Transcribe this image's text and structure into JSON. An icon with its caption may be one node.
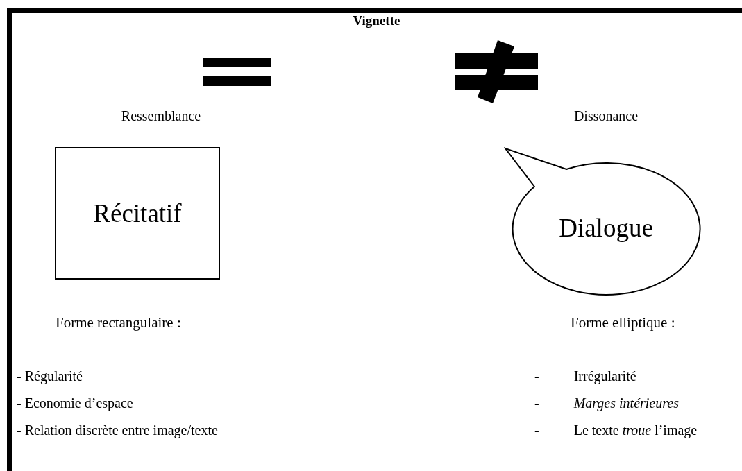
{
  "diagram": {
    "title": "Vignette",
    "nodes": [
      {
        "text": [
          "Récitatif"
        ]
      },
      {
        "text": [
          "Dialogue"
        ]
      }
    ],
    "labels": [
      "Ressemblance",
      "Dissonance",
      "Forme rectangulaire :",
      "Forme elliptique :",
      "- Régularité",
      "- Irrégularité",
      "- Economie d’espace",
      "- *Marges intérieures*",
      "- Relation discrète entre image/texte",
      "- Le texte *troue* l’image"
    ]
  }
}
